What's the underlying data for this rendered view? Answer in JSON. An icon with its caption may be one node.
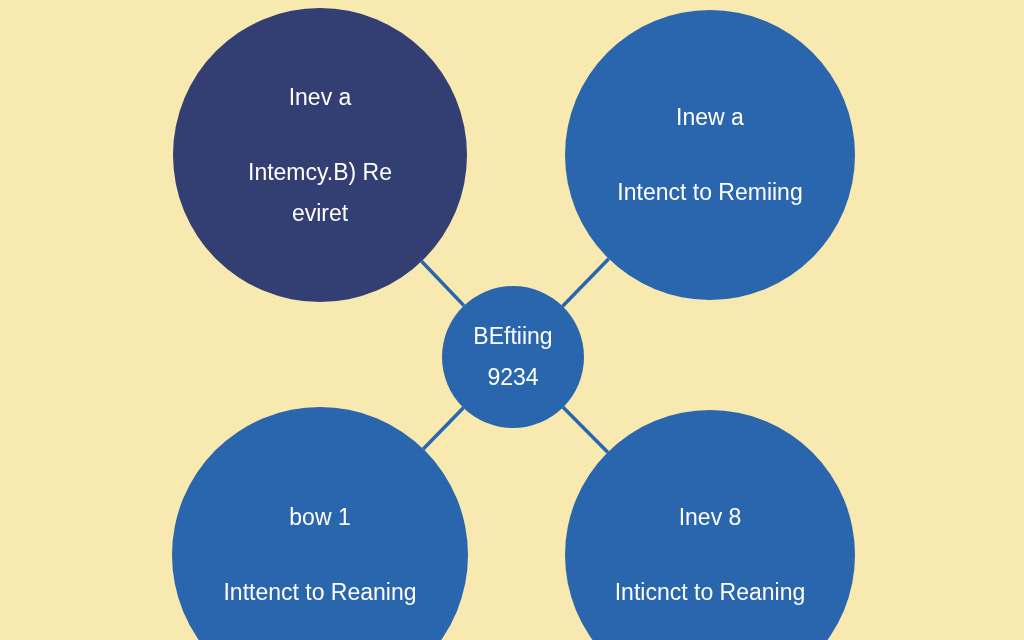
{
  "diagram": {
    "nodes": [
      {
        "text": [
          "Inev a",
          "Intemcy.B) Re eviret"
        ]
      },
      {
        "text": [
          "Inew a",
          "Intenct to Remiing"
        ]
      },
      {
        "text": [
          "BEftiing 9234"
        ]
      },
      {
        "text": [
          "bow 1",
          "Inttenct to Reaning"
        ]
      },
      {
        "text": [
          "Inev 8",
          "Inticnct to Reaning"
        ]
      }
    ],
    "edges": [
      {
        "from": 2,
        "to": 0,
        "arrow": "none"
      },
      {
        "from": 2,
        "to": 1,
        "arrow": "none"
      },
      {
        "from": 2,
        "to": 3,
        "arrow": "none"
      },
      {
        "from": 2,
        "to": 4,
        "arrow": "none"
      }
    ]
  }
}
